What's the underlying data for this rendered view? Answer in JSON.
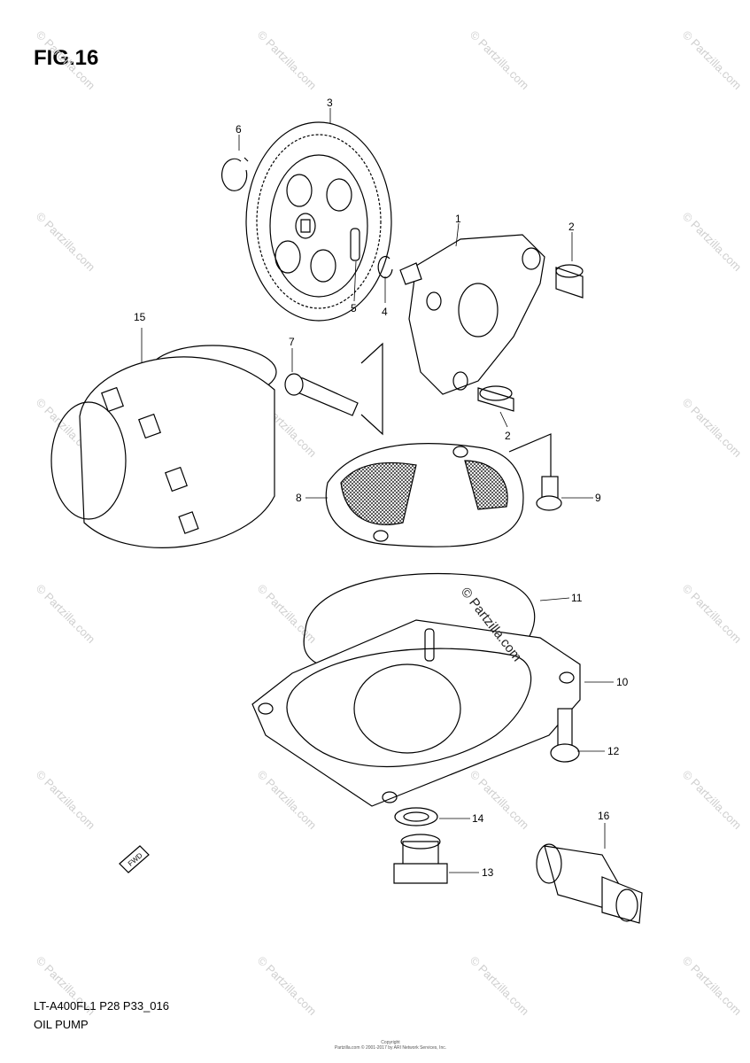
{
  "figure_title": "FIG.16",
  "footer": {
    "model_code": "LT-A400FL1 P28 P33_016",
    "assembly_name": "OIL PUMP",
    "copyright": "Copyright\nPartzilla.com © 2001-2017 by ARI Network Services, Inc."
  },
  "watermark": "© Partzilla.com",
  "fwd_marker": "FWD",
  "callouts": {
    "c1": "1",
    "c2a": "2",
    "c2b": "2",
    "c3": "3",
    "c4": "4",
    "c5": "5",
    "c6": "6",
    "c7": "7",
    "c8": "8",
    "c9": "9",
    "c10": "10",
    "c11": "11",
    "c12": "12",
    "c13": "13",
    "c14": "14",
    "c15": "15",
    "c16": "16"
  }
}
